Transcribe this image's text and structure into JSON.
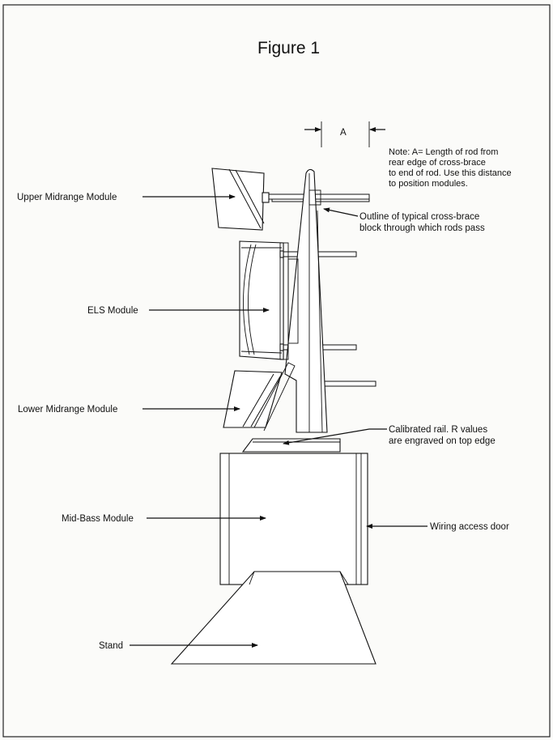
{
  "title": "Figure 1",
  "dimension_label": "A",
  "note": {
    "line1": "Note: A= Length of rod from",
    "line2": "rear edge of cross-brace",
    "line3": "to end of rod. Use this distance",
    "line4": "to position modules."
  },
  "labels": {
    "upper_midrange": "Upper Midrange Module",
    "cross_brace_line1": "Outline of typical cross-brace",
    "cross_brace_line2": "block through which rods pass",
    "els": "ELS Module",
    "lower_midrange": "Lower Midrange Module",
    "rail_line1": "Calibrated rail.  R values",
    "rail_line2": "are engraved on top edge",
    "mid_bass": "Mid-Bass Module",
    "wiring_door": "Wiring access door",
    "stand": "Stand"
  }
}
